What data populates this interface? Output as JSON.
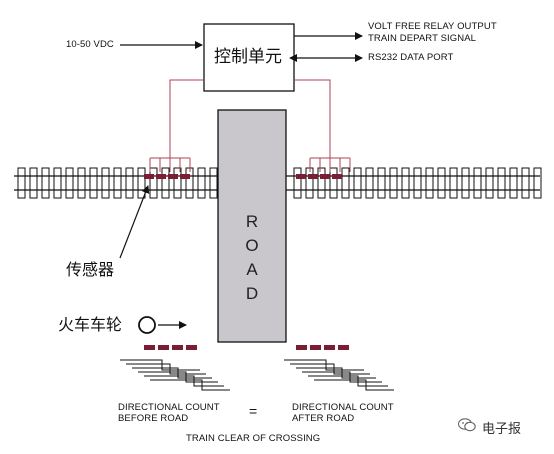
{
  "power_label": "10-50 VDC",
  "control_unit_label": "控制单元",
  "outputs": {
    "relay_line1": "VOLT FREE RELAY OUTPUT",
    "relay_line2": "TRAIN DEPART SIGNAL",
    "rs232": "RS232 DATA PORT"
  },
  "road_letters": [
    "R",
    "O",
    "A",
    "D"
  ],
  "sensor_label": "传感器",
  "wheel_label": "火车车轮",
  "count_before": {
    "line1": "DIRECTIONAL COUNT",
    "line2": "BEFORE ROAD"
  },
  "equals_sign": "=",
  "count_after": {
    "line1": "DIRECTIONAL COUNT",
    "line2": "AFTER ROAD"
  },
  "caption": "TRAIN CLEAR OF CROSSING",
  "watermark": {
    "text": "电子报",
    "icon": "wechat-icon"
  },
  "colors": {
    "sensor": "#7a1f33",
    "wire": "#b04050",
    "road": "#c9c7cc",
    "line": "#111111"
  }
}
